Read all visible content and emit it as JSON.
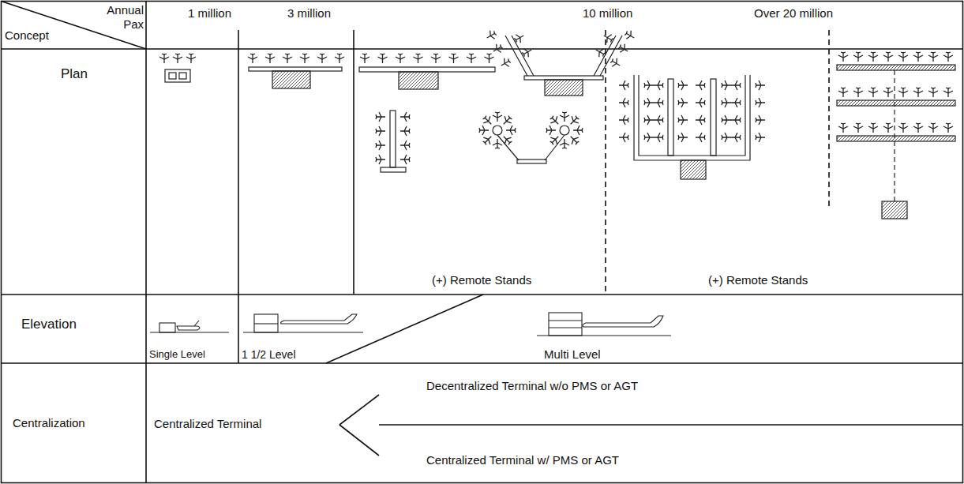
{
  "diagram": {
    "labels": [
      "Annual Pax",
      "Concept",
      "1 million",
      "3 million",
      "10 million",
      "Over 20 million",
      "Plan",
      "(+) Remote Stands",
      "(+) Remote Stands",
      "Elevation",
      "Single Level",
      "1 1/2 Level",
      "Multi Level",
      "Centralization",
      "Centralized Terminal",
      "Decentralized Terminal w/o PMS or AGT",
      "Centralized Terminal w/ PMS or AGT"
    ]
  }
}
